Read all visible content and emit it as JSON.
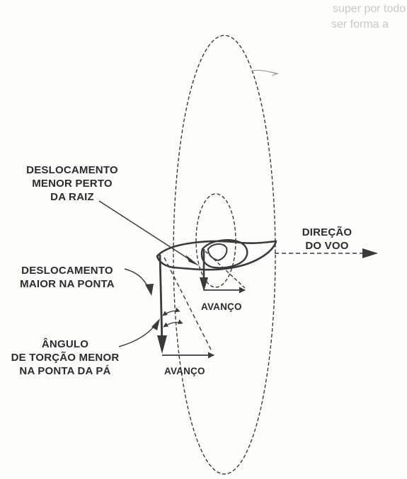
{
  "bleed_text": {
    "line1": "super por todo o",
    "line2": "ser forma a"
  },
  "labels": {
    "root_displacement": {
      "line1": "DESLOCAMENTO",
      "line2": "MENOR PERTO",
      "line3": "DA RAIZ"
    },
    "flight_direction": {
      "line1": "DIREÇÃO",
      "line2": "DO VOO"
    },
    "tip_displacement": {
      "line1": "DESLOCAMENTO",
      "line2": "MAIOR NA PONTA"
    },
    "advance_inner": "AVANÇO",
    "twist_angle": {
      "line1": "ÂNGULO",
      "line2": "DE TORÇÃO MENOR",
      "line3": "NA PONTA DA PÁ"
    },
    "advance_outer": "AVANÇO"
  },
  "colors": {
    "ink": "#3a3a3a",
    "paper": "#fdfdfb"
  }
}
